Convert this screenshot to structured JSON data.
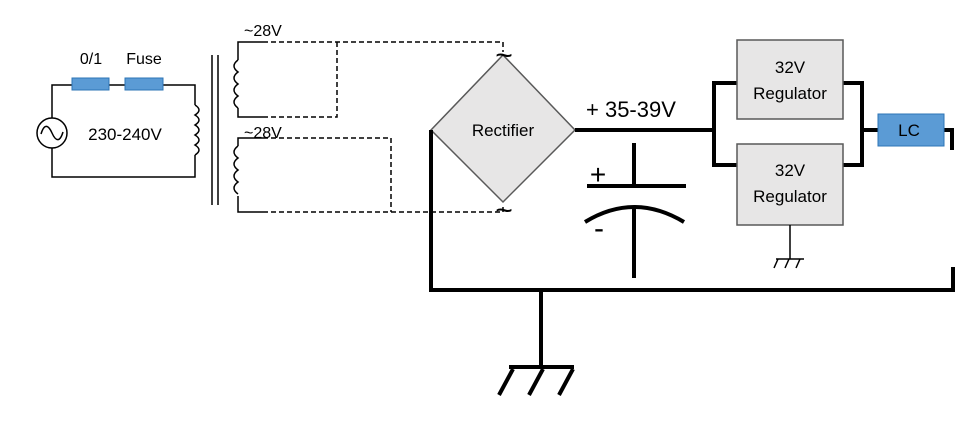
{
  "colors": {
    "line": "#000000",
    "block_fill": "#e7e6e6",
    "block_stroke": "#595959",
    "component_fill": "#5b9bd5",
    "component_stroke": "#2e75b6",
    "lc_fill": "#5b9bd5"
  },
  "icons": {
    "ac_source": "ac-source-symbol",
    "tilde": "tilde-symbol",
    "ground": "ground-symbol",
    "capacitor": "polarized-capacitor-symbol"
  },
  "labels": {
    "switch": "0/1",
    "fuse": "Fuse",
    "mains_voltage": "230-240V",
    "secondary_top": "~28V",
    "secondary_bottom": "~28V",
    "rectifier": "Rectifier",
    "dc_voltage": "+ 35-39V",
    "cap_plus": "+",
    "cap_minus": "-",
    "regulator_top_line1": "32V",
    "regulator_top_line2": "Regulator",
    "regulator_bottom_line1": "32V",
    "regulator_bottom_line2": "Regulator",
    "lc": "LC",
    "tilde_top": "~",
    "tilde_bottom": "~"
  }
}
